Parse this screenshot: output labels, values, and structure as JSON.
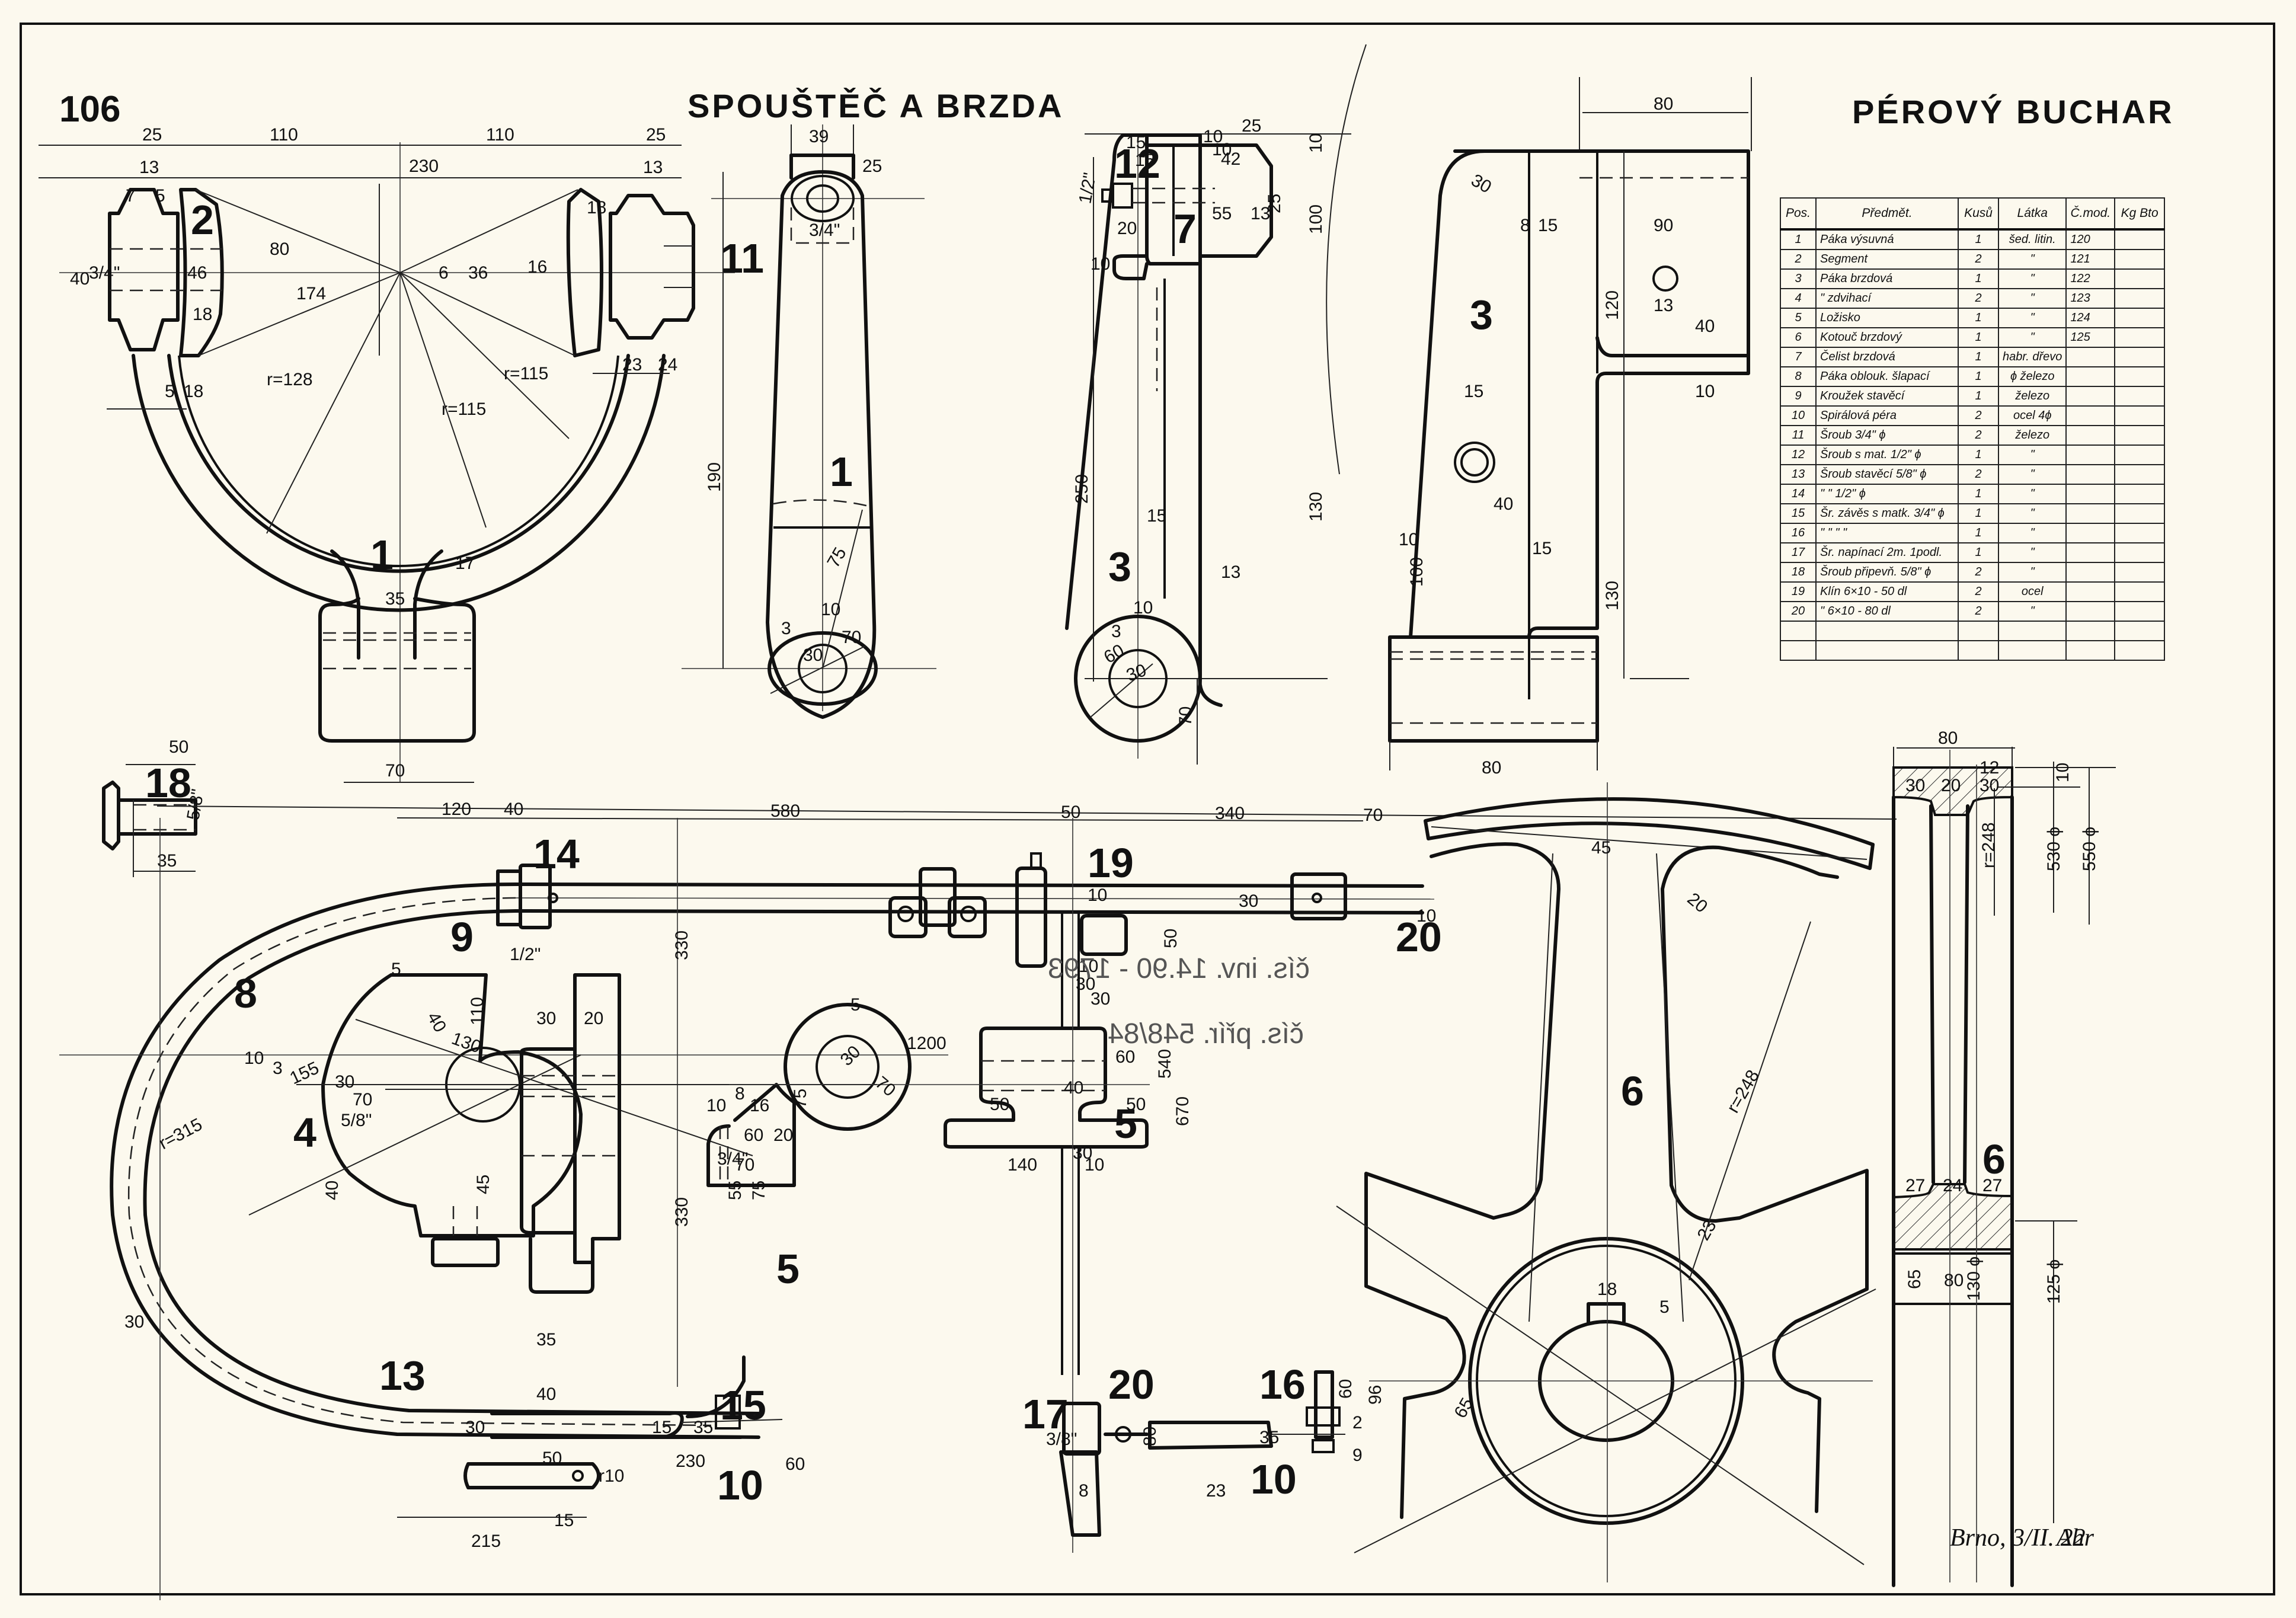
{
  "sheet": {
    "number": "106",
    "title_left": "SPOUŠTĚČ A BRZDA",
    "title_right": "PÉROVÝ BUCHAR",
    "signature": "Brno, 3/II. 22",
    "initials": "Ahr",
    "mirrored_notes": [
      "čís. inv. 14.90 - 1793",
      "čís. přír. 548/84"
    ]
  },
  "parts_table": {
    "headers": [
      "Pos.",
      "Předmět.",
      "Kusů",
      "Látka",
      "Č.mod.",
      "Kg Bto"
    ],
    "rows": [
      {
        "pos": "1",
        "item": "Páka výsuvná",
        "qty": "1",
        "material": "šed. litin.",
        "model": "120",
        "kg": ""
      },
      {
        "pos": "2",
        "item": "Segment",
        "qty": "2",
        "material": "\"",
        "model": "121",
        "kg": ""
      },
      {
        "pos": "3",
        "item": "Páka brzdová",
        "qty": "1",
        "material": "\"",
        "model": "122",
        "kg": ""
      },
      {
        "pos": "4",
        "item": "\"  zdvihací",
        "qty": "2",
        "material": "\"",
        "model": "123",
        "kg": ""
      },
      {
        "pos": "5",
        "item": "Ložisko",
        "qty": "1",
        "material": "\"",
        "model": "124",
        "kg": ""
      },
      {
        "pos": "6",
        "item": "Kotouč brzdový",
        "qty": "1",
        "material": "\"",
        "model": "125",
        "kg": ""
      },
      {
        "pos": "7",
        "item": "Čelist brzdová",
        "qty": "1",
        "material": "habr. dřevo",
        "model": "",
        "kg": ""
      },
      {
        "pos": "8",
        "item": "Páka oblouk. šlapací",
        "qty": "1",
        "material": "ϕ železo",
        "model": "",
        "kg": ""
      },
      {
        "pos": "9",
        "item": "Kroužek stavěcí",
        "qty": "1",
        "material": "železo",
        "model": "",
        "kg": ""
      },
      {
        "pos": "10",
        "item": "Spirálová péra",
        "qty": "2",
        "material": "ocel 4ϕ",
        "model": "",
        "kg": ""
      },
      {
        "pos": "11",
        "item": "Šroub 3/4\" ϕ",
        "qty": "2",
        "material": "železo",
        "model": "",
        "kg": ""
      },
      {
        "pos": "12",
        "item": "Šroub s mat. 1/2\" ϕ",
        "qty": "1",
        "material": "\"",
        "model": "",
        "kg": ""
      },
      {
        "pos": "13",
        "item": "Šroub stavěcí 5/8\" ϕ",
        "qty": "2",
        "material": "\"",
        "model": "",
        "kg": ""
      },
      {
        "pos": "14",
        "item": "\"   \"   1/2\" ϕ",
        "qty": "1",
        "material": "\"",
        "model": "",
        "kg": ""
      },
      {
        "pos": "15",
        "item": "Šr. závěs s matk. 3/4\" ϕ",
        "qty": "1",
        "material": "\"",
        "model": "",
        "kg": ""
      },
      {
        "pos": "16",
        "item": "\"   \"   \"   \"",
        "qty": "1",
        "material": "\"",
        "model": "",
        "kg": ""
      },
      {
        "pos": "17",
        "item": "Šr. napínací 2m. 1podl.",
        "qty": "1",
        "material": "\"",
        "model": "",
        "kg": ""
      },
      {
        "pos": "18",
        "item": "Šroub připevň. 5/8\" ϕ",
        "qty": "2",
        "material": "\"",
        "model": "",
        "kg": ""
      },
      {
        "pos": "19",
        "item": "Klín 6×10 - 50 dl",
        "qty": "2",
        "material": "ocel",
        "model": "",
        "kg": ""
      },
      {
        "pos": "20",
        "item": "\"  6×10 - 80 dl",
        "qty": "2",
        "material": "\"",
        "model": "",
        "kg": ""
      },
      {
        "pos": "",
        "item": "",
        "qty": "",
        "material": "",
        "model": "",
        "kg": ""
      },
      {
        "pos": "",
        "item": "",
        "qty": "",
        "material": "",
        "model": "",
        "kg": ""
      }
    ]
  },
  "part_labels": {
    "p1_front": "1",
    "p1_side": "1",
    "p2": "2",
    "p11": "11",
    "p3_side": "3",
    "p3_front": "3",
    "p7": "7",
    "p12": "12",
    "p18": "18",
    "p14": "14",
    "p9": "9",
    "p19": "19",
    "p20_top": "20",
    "p8": "8",
    "p4": "4",
    "p13": "13",
    "p5_left": "5",
    "p5_right": "5",
    "p15": "15",
    "p10_left": "10",
    "p17": "17",
    "p20_bottom": "20",
    "p16": "16",
    "p10_right": "10",
    "p6_front": "6",
    "p6_section": "6"
  },
  "dimensions": {
    "v1_top_25a": "25",
    "v1_110a": "110",
    "v1_110b": "110",
    "v1_25b": "25",
    "v1_230": "230",
    "v1_13a": "13",
    "v1_13b": "13",
    "v1_7": "7",
    "v1_5": "5",
    "v1_40": "40",
    "v1_34": "3/4\"",
    "v1_46": "46",
    "v1_18a": "18",
    "v1_80": "80",
    "v1_174": "174",
    "v1_6": "6",
    "v1_36": "36",
    "v1_16": "16",
    "v1_18b": "18",
    "v1_r128": "r=128",
    "v1_r115a": "r=115",
    "v1_r115b": "r=115",
    "v1_23": "23",
    "v1_24": "24",
    "v1_5b": "5",
    "v1_18c": "18",
    "v1_17": "17",
    "v1_35": "35",
    "v1_70": "70",
    "v2_39": "39",
    "v2_25": "25",
    "v2_34": "3/4\"",
    "v2_190": "190",
    "v2_75": "75",
    "v2_10": "10",
    "v2_3": "3",
    "v2_30": "30",
    "v2_70": "70",
    "v3_25": "25",
    "v3_15a": "15",
    "v3_10a": "10",
    "v3_15b": "15",
    "v3_42": "42",
    "v3_10b": "10",
    "v3_12": "1/2\"",
    "v3_25b": "25",
    "v3_55": "55",
    "v3_13a": "13",
    "v3_100a": "100",
    "v3_20": "20",
    "v3_10c": "10",
    "v3_10d": "10",
    "v3_250": "250",
    "v3_15c": "15",
    "v3_130a": "130",
    "v3_13b": "13",
    "v3_10e": "10",
    "v3_3": "3",
    "v3_60": "60",
    "v3_30": "30",
    "v3_70": "70",
    "v4_80top": "80",
    "v4_30": "30",
    "v4_8": "8",
    "v4_15a": "15",
    "v4_90": "90",
    "v4_120": "120",
    "v4_13": "13",
    "v4_40a": "40",
    "v4_10": "10",
    "v4_15b": "15",
    "v4_40b": "40",
    "v4_10b": "10",
    "v4_100": "100",
    "v4_15c": "15",
    "v4_130": "130",
    "v4_80bot": "80",
    "b18_50": "50",
    "b18_58": "5/8\"",
    "b18_35": "35",
    "bar_120": "120",
    "bar_40": "40",
    "bar_580": "580",
    "bar_50": "50",
    "bar_340": "340",
    "bar_70": "70",
    "bar_30": "30",
    "bar_10": "10",
    "bar_10b": "10",
    "bar_50b": "50",
    "bar_30b": "30",
    "bar_12": "1/2\"",
    "l_1200": "1200",
    "l_330a": "330",
    "l_330b": "330",
    "l_540": "540",
    "l_670": "670",
    "p4_5": "5",
    "p4_40": "40",
    "p4_110": "110",
    "p4_130": "130",
    "p4_30": "30",
    "p4_20": "20",
    "p4_10": "10",
    "p4_3": "3",
    "p4_55": "155",
    "p4_30b": "30",
    "p4_r315": "r=315",
    "p4_70": "70",
    "p4_58": "5/8\"",
    "p4_40b": "40",
    "p4_45": "45",
    "p4_35": "35",
    "p4_40c": "40",
    "p4_30c": "30",
    "p4_rod30": "30",
    "p4_15": "15",
    "p4_35b": "35",
    "p4_50": "50",
    "p4_230": "230",
    "p4_60": "60",
    "p4_215": "215",
    "p4_r10": "r10",
    "p4_15b": "15",
    "p4_10b": "10",
    "p5_5": "5",
    "p5_8": "8",
    "p5_30": "30",
    "p5_70": "70",
    "p5_10": "10",
    "p5_16": "16",
    "p5_60": "60",
    "p5_20": "20",
    "p5_75": "75",
    "p5_34": "3/4\"",
    "p5_70b": "70",
    "p5_55": "55",
    "p5_75b": "75",
    "p5b_60": "60",
    "p5b_40": "40",
    "p5b_50a": "50",
    "p5b_50b": "50",
    "p5b_140": "140",
    "p5b_30": "30",
    "p5b_30top": "30",
    "p5b_10top": "10",
    "p5b_10": "10",
    "p17_38": "3/8\"",
    "p17_80": "80",
    "p17_8": "8",
    "p17_35": "35",
    "p17_23": "23",
    "p17_60": "60",
    "p17_96": "96",
    "p17_9": "9",
    "p17_2": "2",
    "w6_45": "45",
    "w6_20": "20",
    "w6_r248": "r=248",
    "w6_23": "23",
    "w6_18": "18",
    "w6_5": "5",
    "w6_65": "65",
    "s6_80top": "80",
    "s6_12": "12",
    "s6_10": "10",
    "s6_30a": "30",
    "s6_20": "20",
    "s6_30b": "30",
    "s6_r248": "r=248",
    "s6_530": "530 ϕ",
    "s6_550": "550 ϕ",
    "s6_27a": "27",
    "s6_24": "24",
    "s6_27b": "27",
    "s6_65": "65",
    "s6_130": "130 ϕ",
    "s6_125": "125 ϕ",
    "s6_80bot": "80"
  }
}
